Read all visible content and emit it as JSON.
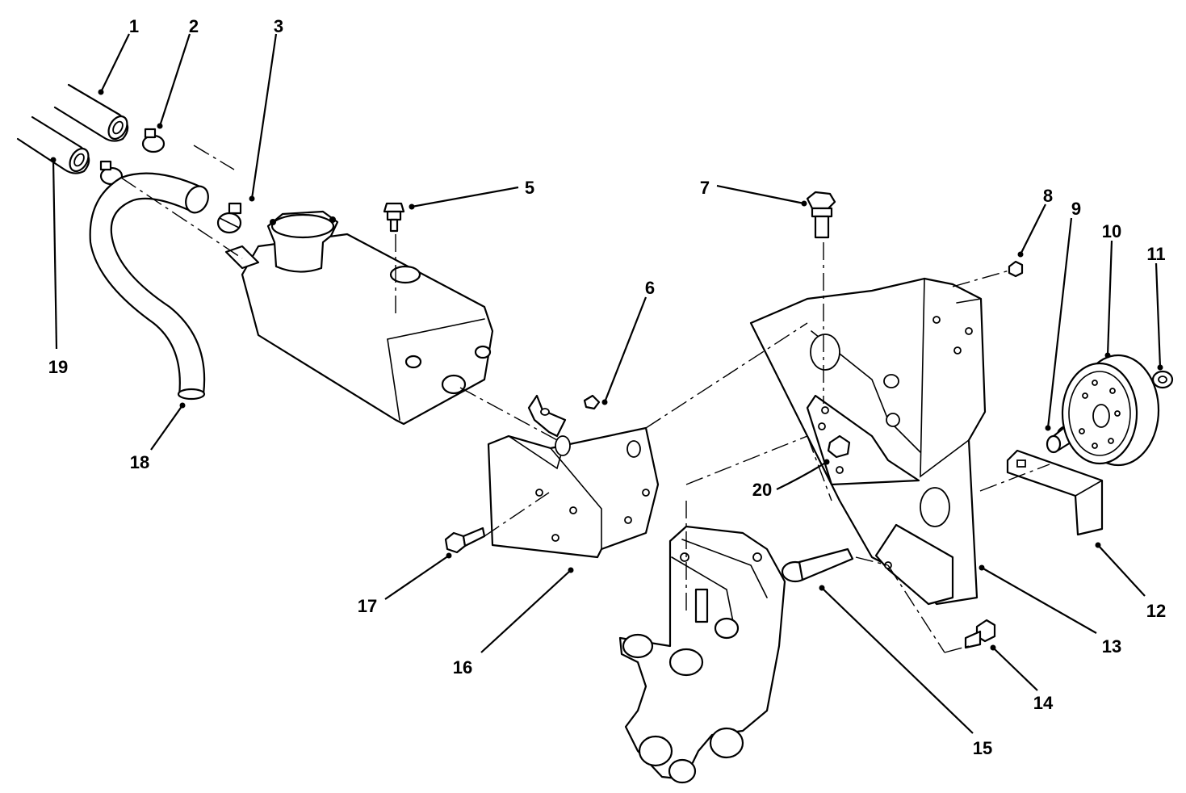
{
  "diagram": {
    "callouts": [
      {
        "label": "1"
      },
      {
        "label": "2"
      },
      {
        "label": "3"
      },
      {
        "label": "5"
      },
      {
        "label": "6"
      },
      {
        "label": "7"
      },
      {
        "label": "8"
      },
      {
        "label": "9"
      },
      {
        "label": "10"
      },
      {
        "label": "11"
      },
      {
        "label": "12"
      },
      {
        "label": "13"
      },
      {
        "label": "14"
      },
      {
        "label": "15"
      },
      {
        "label": "16"
      },
      {
        "label": "17"
      },
      {
        "label": "18"
      },
      {
        "label": "19"
      },
      {
        "label": "20"
      }
    ]
  }
}
